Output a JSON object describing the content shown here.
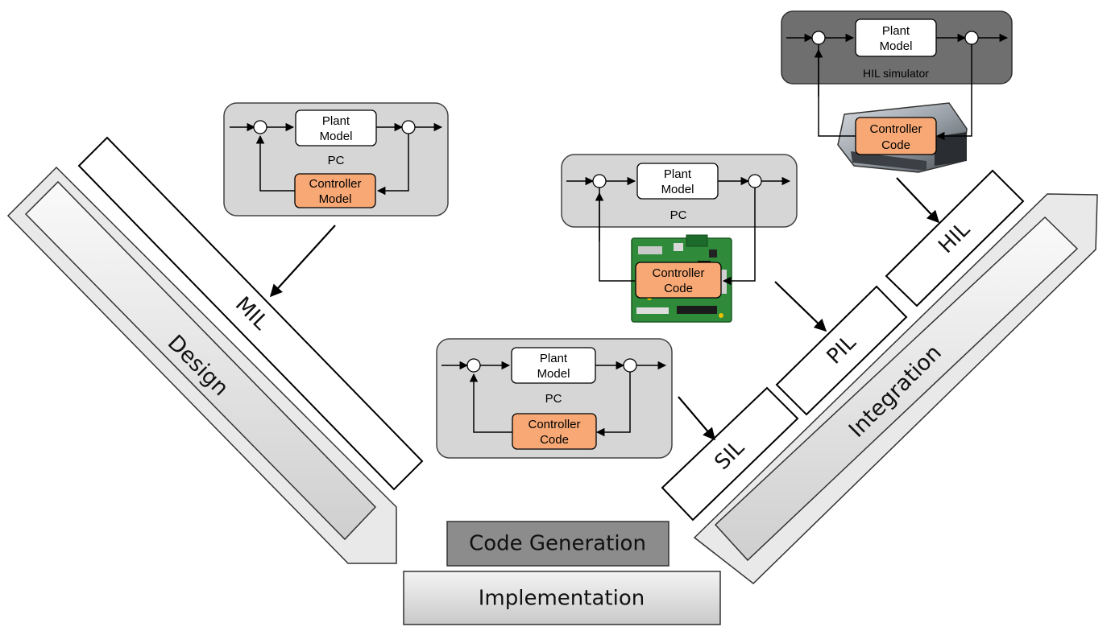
{
  "arms": {
    "design": "Design",
    "integration": "Integration",
    "implementation": "Implementation",
    "code_generation": "Code Generation"
  },
  "stages": {
    "mil": "MIL",
    "sil": "SIL",
    "pil": "PIL",
    "hil": "HIL"
  },
  "mil_box": {
    "plant_line1": "Plant",
    "plant_line2": "Model",
    "host": "PC",
    "controller_line1": "Controller",
    "controller_line2": "Model"
  },
  "sil_box": {
    "plant_line1": "Plant",
    "plant_line2": "Model",
    "host": "PC",
    "controller_line1": "Controller",
    "controller_line2": "Code"
  },
  "pil_box": {
    "plant_line1": "Plant",
    "plant_line2": "Model",
    "host": "PC",
    "controller_line1": "Controller",
    "controller_line2": "Code"
  },
  "hil_box": {
    "plant_line1": "Plant",
    "plant_line2": "Model",
    "host": "HIL simulator",
    "controller_line1": "Controller",
    "controller_line2": "Code"
  },
  "colors": {
    "box_gray": "#d6d6d6",
    "hil_dark": "#6f6f6f",
    "controller_orange": "#f7a875",
    "arm_light": "#f2f2f2",
    "code_gen_gray": "#8c8c8c",
    "board_green": "#2f8a3a"
  }
}
